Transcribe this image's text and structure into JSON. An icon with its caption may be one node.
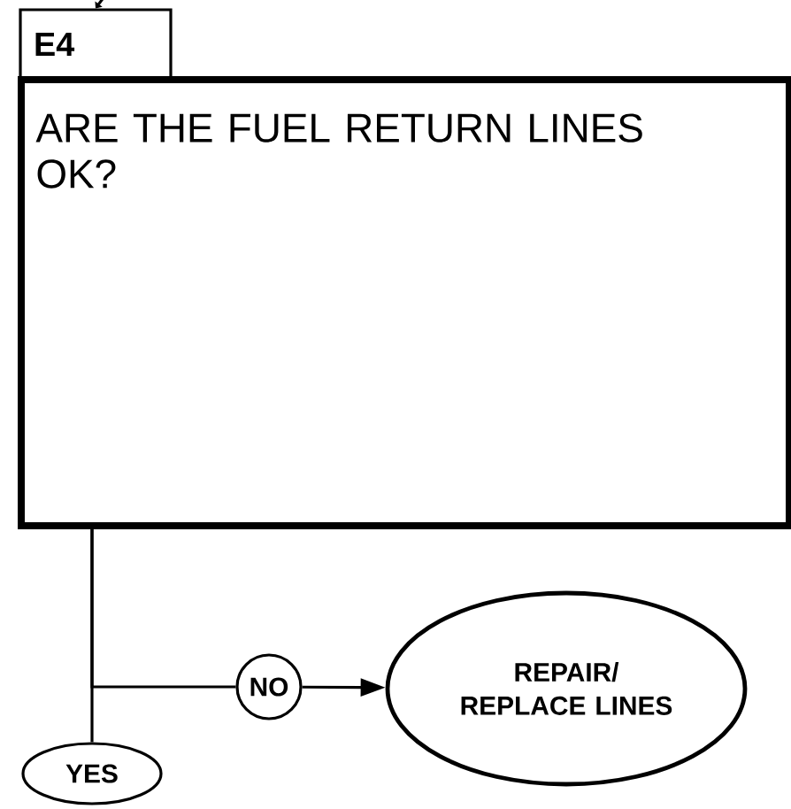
{
  "diagram": {
    "nodes": [
      {
        "text": [
          "E4"
        ]
      },
      {
        "text": [
          "ARE THE FUEL RETURN LINES OK?"
        ]
      },
      {
        "text": [
          "NO"
        ]
      },
      {
        "text": [
          "REPAIR/ REPLACE LINES"
        ]
      },
      {
        "text": [
          "YES"
        ]
      }
    ],
    "edges": [
      {
        "from": null,
        "to": 0,
        "arrow": "to"
      },
      {
        "from": 1,
        "to": 2,
        "arrow": "none"
      },
      {
        "from": 2,
        "to": 3,
        "arrow": "to"
      },
      {
        "from": 1,
        "to": 4,
        "arrow": "none"
      }
    ]
  }
}
